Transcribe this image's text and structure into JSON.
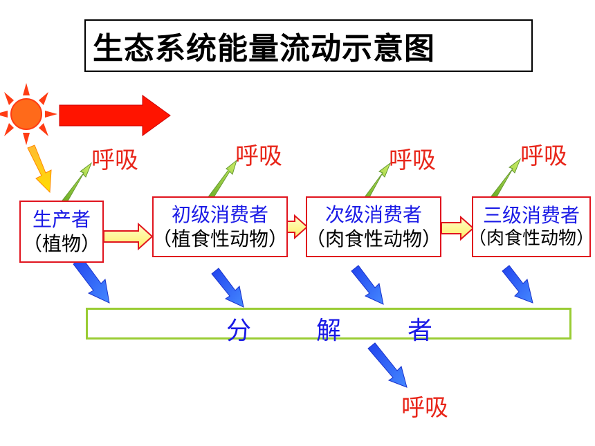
{
  "title": "生态系统能量流动示意图",
  "respiration_label": "呼吸",
  "producer": {
    "name": "生产者",
    "detail": "（植物）"
  },
  "primary_consumer": {
    "name": "初级消费者",
    "detail": "（植食性动物）"
  },
  "secondary_consumer": {
    "name": "次级消费者",
    "detail": "（肉食性动物）"
  },
  "tertiary_consumer": {
    "name": "三级消费者",
    "detail": "（肉食性动物）"
  },
  "decomposer": {
    "chars": [
      "分",
      "解",
      "者"
    ]
  },
  "respiration": [
    "呼吸",
    "呼吸",
    "呼吸",
    "呼吸",
    "呼吸"
  ],
  "colors": {
    "sun": "#ff5a14",
    "sun_rays": "#ff3c14",
    "solar_arrow": "#ff1400",
    "node_border": "#e0141e",
    "node_name": "#1a1ae6",
    "respiration_text": "#e8261a",
    "respiration_arrow": "#99cc33",
    "decomposition_arrow": "#3366ff",
    "flow_arrow": "#ffff99",
    "decomposer_border": "#99cc33"
  },
  "icons": [
    "sun-icon"
  ]
}
